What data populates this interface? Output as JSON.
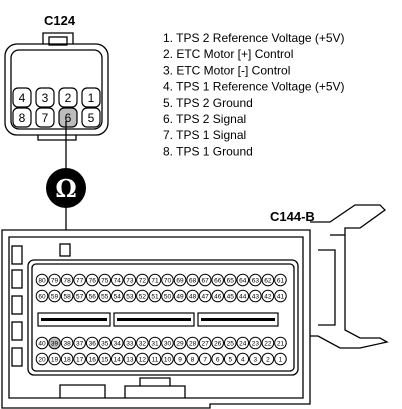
{
  "connector_a": {
    "label": "C124",
    "pins_top": [
      "4",
      "3",
      "2",
      "1"
    ],
    "pins_bottom": [
      "8",
      "7",
      "6",
      "5"
    ]
  },
  "connector_b": {
    "label": "C144-B",
    "row1": [
      "80",
      "79",
      "78",
      "77",
      "76",
      "75",
      "74",
      "73",
      "72",
      "71",
      "70",
      "69",
      "68",
      "67",
      "66",
      "65",
      "64",
      "63",
      "62",
      "61"
    ],
    "row2": [
      "60",
      "59",
      "58",
      "57",
      "56",
      "55",
      "54",
      "53",
      "52",
      "51",
      "50",
      "49",
      "48",
      "47",
      "46",
      "45",
      "44",
      "43",
      "42",
      "41"
    ],
    "row3": [
      "40",
      "39",
      "38",
      "37",
      "36",
      "35",
      "34",
      "33",
      "32",
      "31",
      "30",
      "29",
      "28",
      "27",
      "26",
      "25",
      "24",
      "23",
      "22",
      "21"
    ],
    "row4": [
      "20",
      "19",
      "18",
      "17",
      "16",
      "15",
      "14",
      "13",
      "12",
      "11",
      "10",
      "9",
      "8",
      "7",
      "6",
      "5",
      "4",
      "3",
      "2",
      "1"
    ]
  },
  "meter": {
    "symbol": "Ω",
    "icon": "ohmmeter-icon"
  },
  "legend": [
    "1. TPS 2 Reference Voltage (+5V)",
    "2. ETC Motor [+] Control",
    "3. ETC Motor [-] Control",
    "4. TPS 1 Reference Voltage (+5V)",
    "5. TPS 2 Ground",
    "6. TPS 2 Signal",
    "7. TPS 1 Signal",
    "8. TPS 1 Ground"
  ]
}
